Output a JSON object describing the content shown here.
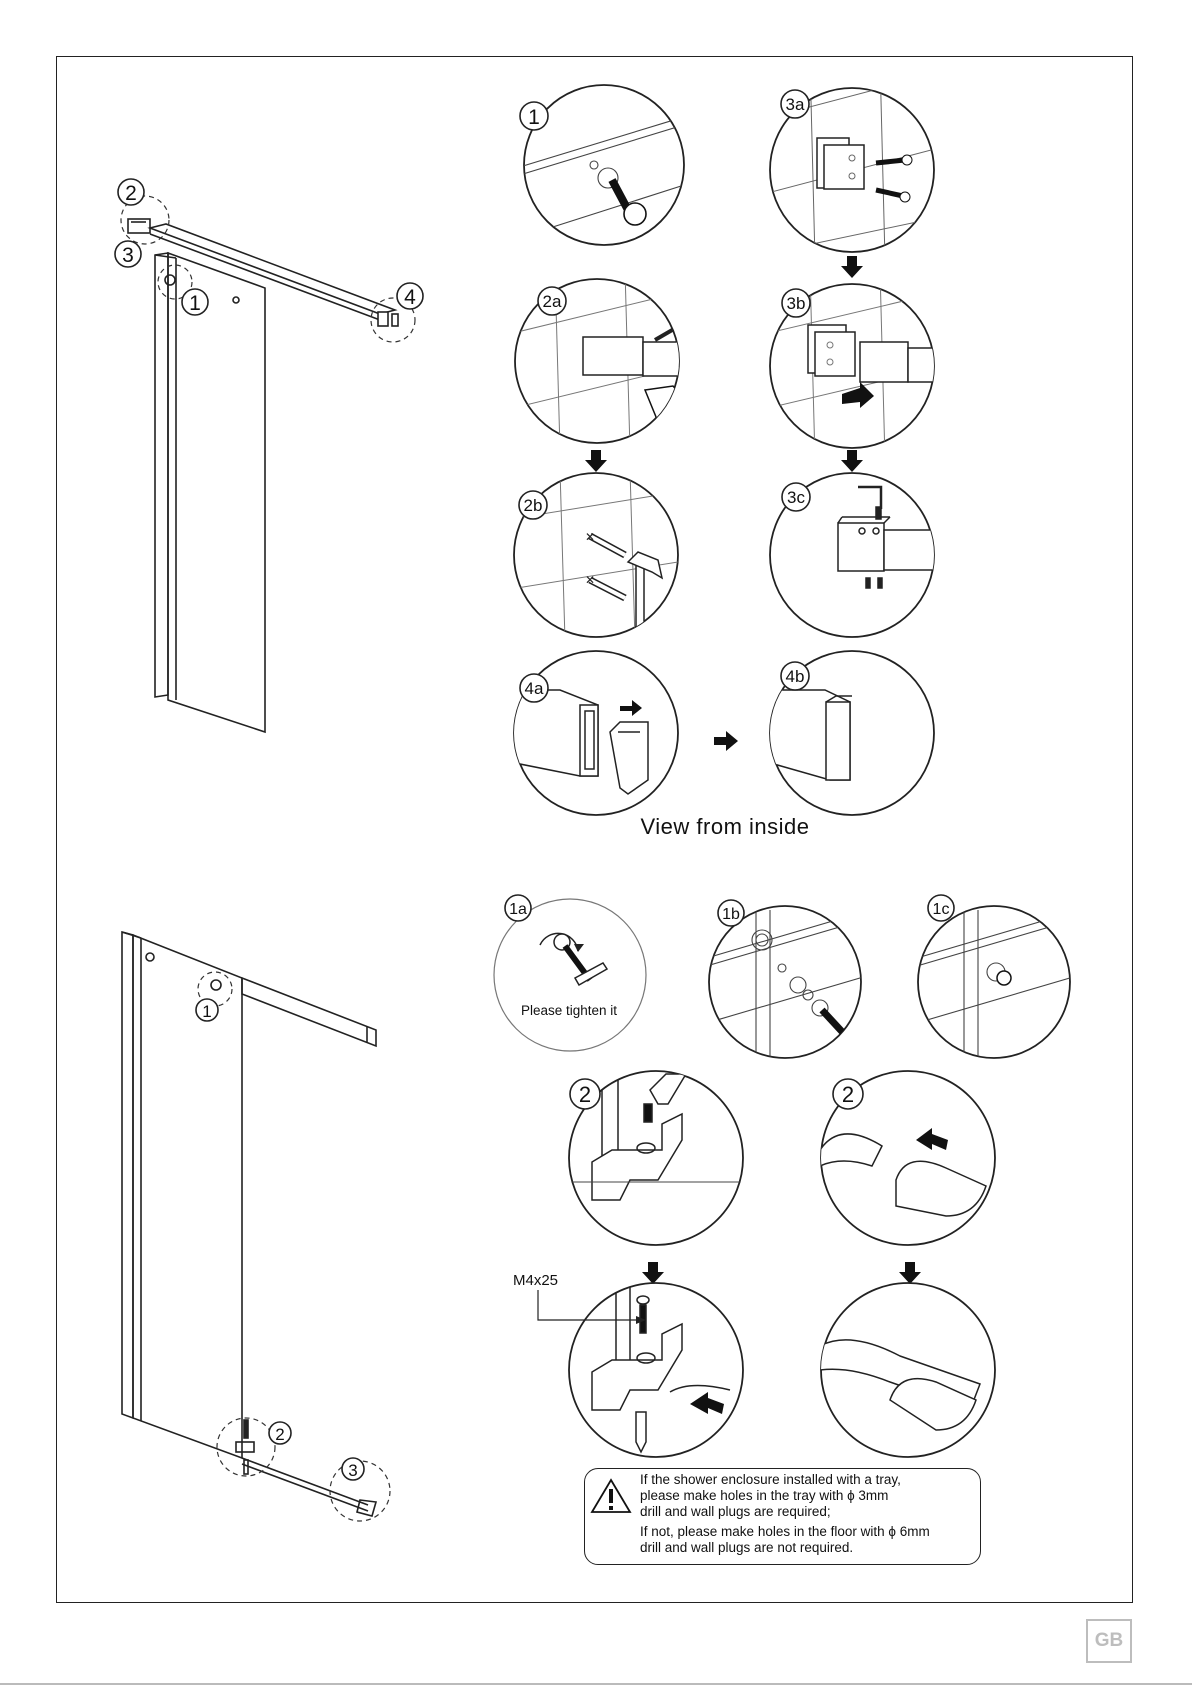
{
  "steps_top": {
    "s1": "1",
    "s2a": "2a",
    "s2b": "2b",
    "s3a": "3a",
    "s3b": "3b",
    "s3c": "3c",
    "s4a": "4a",
    "s4b": "4b"
  },
  "overview_top": {
    "c1": "1",
    "c2": "2",
    "c3": "3",
    "c4": "4"
  },
  "caption_view": "View from inside",
  "steps_bottom": {
    "s1a": "1a",
    "s1b": "1b",
    "s1c": "1c",
    "s2_left": "2",
    "s2_right": "2",
    "screw_size": "M4x25"
  },
  "caption_tighten": "Please tighten it",
  "overview_bottom": {
    "c1": "1",
    "c2": "2",
    "c3": "3"
  },
  "warning": {
    "line1": "If the shower enclosure installed with a tray,",
    "line2": "please make holes  in the tray with  ϕ 3mm",
    "line3": "drill and wall plugs are required;",
    "line4": "If not, please make holes in the floor with ϕ 6mm",
    "line5": "drill and wall plugs are not required."
  },
  "language_badge": "GB"
}
